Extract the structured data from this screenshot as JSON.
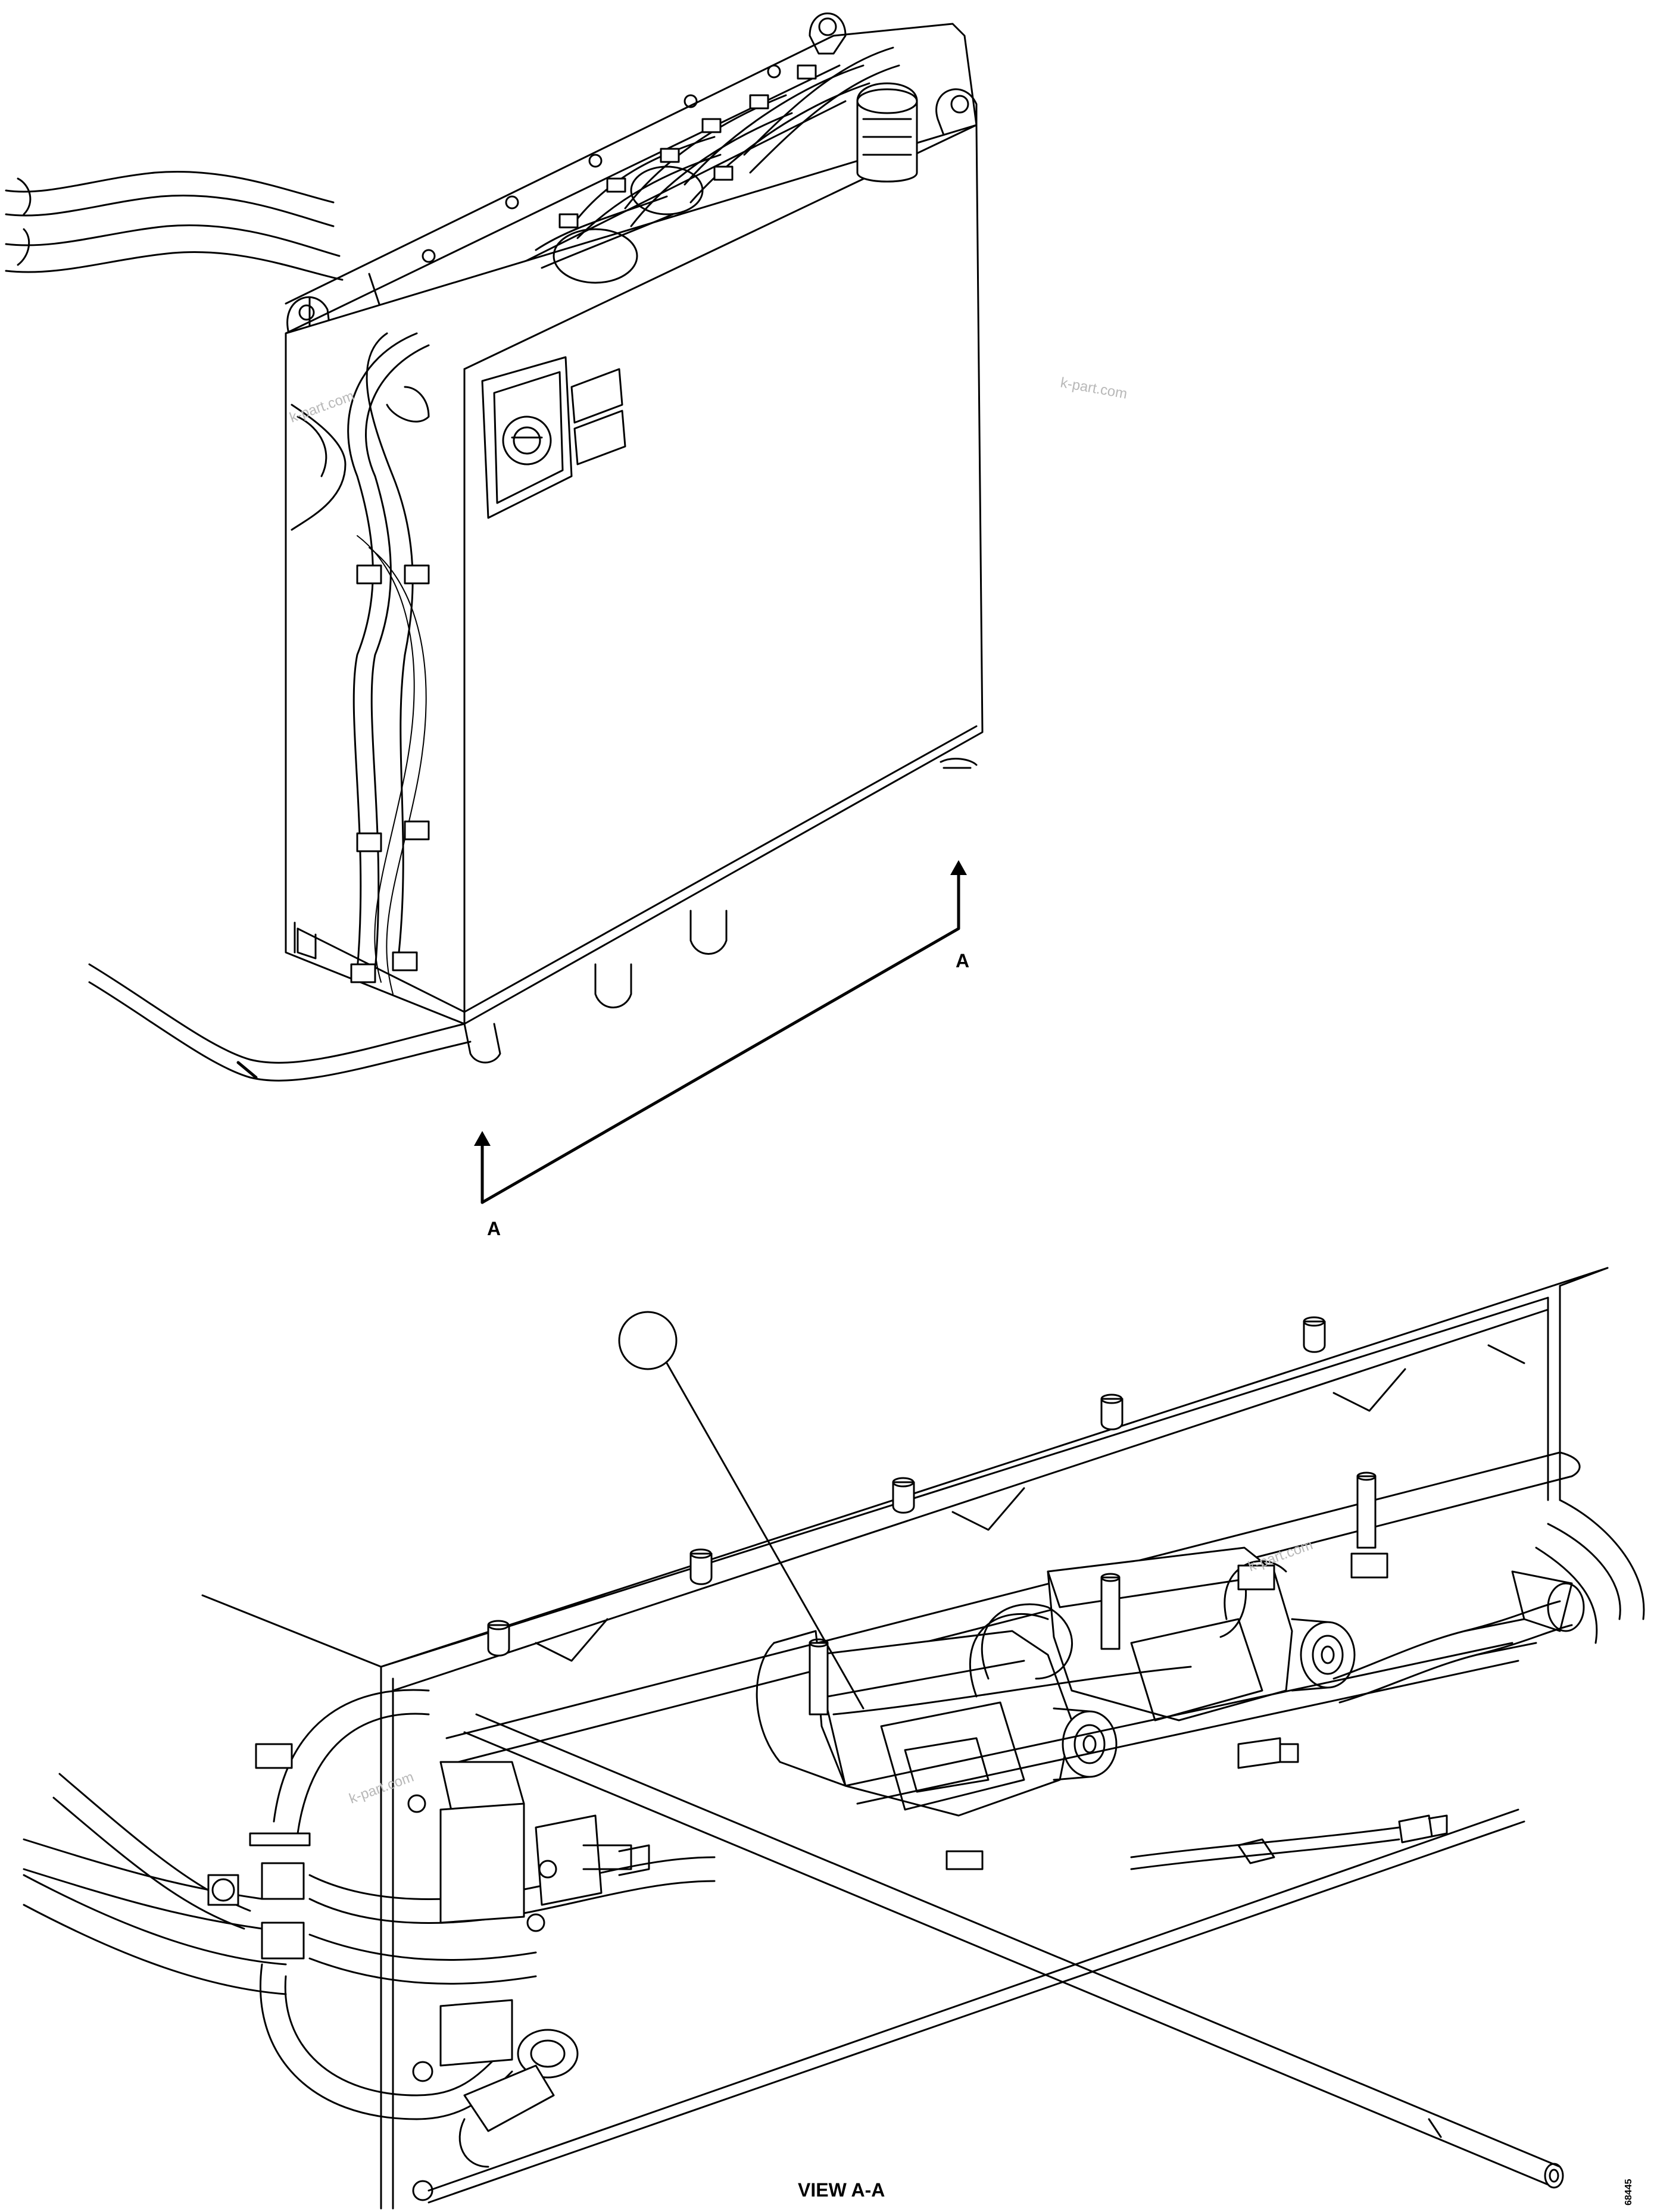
{
  "section_marker_left": "A",
  "section_marker_right": "A",
  "view_caption": "VIEW A-A",
  "callout_number": "",
  "drawing_code": "68445",
  "watermarks": [
    "k-part.com",
    "k-part.com",
    "k-part.com",
    "k-part.com"
  ],
  "colors": {
    "line": "#000000",
    "background": "#ffffff",
    "watermark": "#b8b8b8"
  }
}
